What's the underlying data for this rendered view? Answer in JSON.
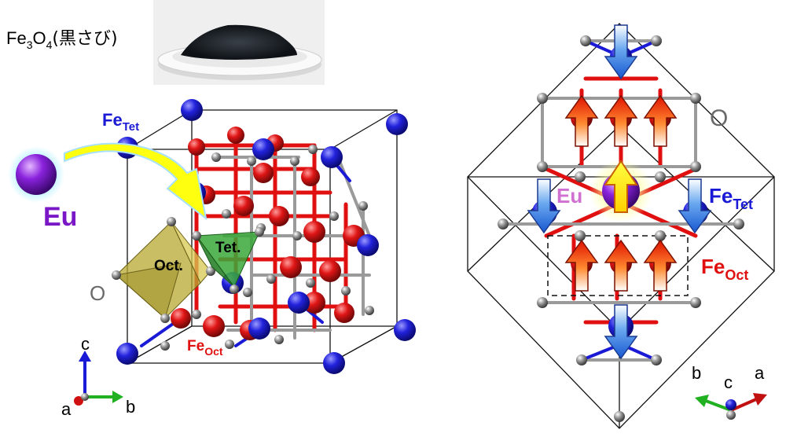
{
  "left_panel": {
    "formula": {
      "fe": "Fe",
      "fe_sub": "3",
      "o": "O",
      "o_sub": "4",
      "note": "(黒さび)"
    },
    "labels": {
      "fe_tet": "Fe",
      "fe_tet_sub": "Tet",
      "fe_oct": "Fe",
      "fe_oct_sub": "Oct",
      "eu": "Eu",
      "o": "O",
      "oct": "Oct.",
      "tet": "Tet."
    },
    "axes": {
      "c": "c",
      "a": "a",
      "b": "b"
    }
  },
  "right_panel": {
    "labels": {
      "o": "O",
      "eu": "Eu",
      "fe_tet": "Fe",
      "fe_tet_sub": "Tet",
      "fe_oct": "Fe",
      "fe_oct_sub": "Oct"
    },
    "axes": {
      "b": "b",
      "c": "c",
      "a": "a"
    }
  },
  "colors": {
    "fe_tet": "#1a1ad6",
    "fe_oct": "#e01010",
    "oxygen": "#8a8a8a",
    "eu": "#7a18c8",
    "eu_label": "#7a18c8",
    "eu_label_right": "#d070d0",
    "arrow_curved": "#ffff10",
    "octahedron": "#c8b840",
    "tetrahedron": "#3aa83a"
  }
}
